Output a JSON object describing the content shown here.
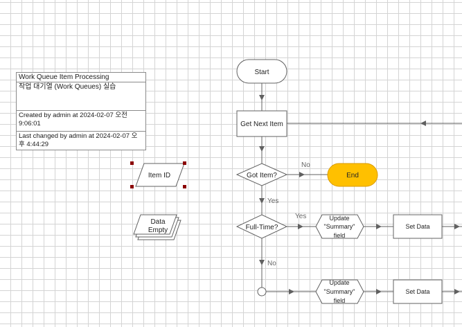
{
  "info": {
    "title": "Work Queue Item Processing",
    "subtitle": "작업 대기열 (Work Queues) 실습",
    "created": "Created  by  admin  at  2024-02-07 오전 9:06:01",
    "changed": "Last changed by admin at 2024-02-07 오후 4:44:29"
  },
  "nodes": {
    "start": "Start",
    "get_next_item": "Get Next Item",
    "got_item": "Got Item?",
    "end": "End",
    "full_time": "Full-Time?",
    "update_summary_1": [
      "Update",
      "\"Summary\"",
      "field"
    ],
    "set_data_1": "Set Data",
    "update_summary_2": [
      "Update",
      "\"Summary\"",
      "field"
    ],
    "set_data_2": "Set Data",
    "item_id": "Item ID",
    "data_empty": [
      "Data",
      "Empty"
    ]
  },
  "edges": {
    "no_1": "No",
    "yes_1": "Yes",
    "yes_2": "Yes",
    "no_2": "No"
  },
  "colors": {
    "end_fill": "#ffc000",
    "end_stroke": "#d99a00",
    "line": "#606060",
    "selection_handle": "#8b0000"
  }
}
